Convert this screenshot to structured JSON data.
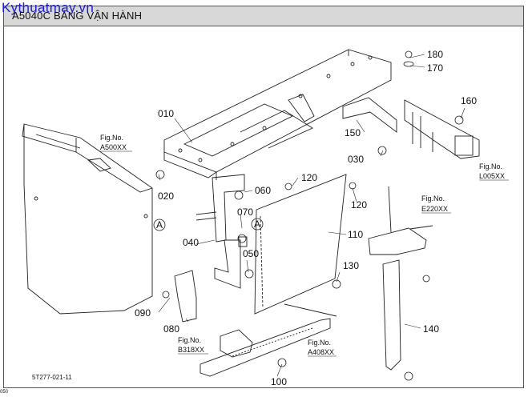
{
  "header": {
    "title": "A5040C BẢNG VẬN HÀNH"
  },
  "watermark": "Kythuatmay.vn",
  "drawing_code": "5T277-021-11",
  "corner_mark": "050",
  "parts": [
    {
      "id": "p180",
      "label": "180"
    },
    {
      "id": "p170",
      "label": "170"
    },
    {
      "id": "p160",
      "label": "160"
    },
    {
      "id": "p010",
      "label": "010"
    },
    {
      "id": "p150",
      "label": "150"
    },
    {
      "id": "p030",
      "label": "030"
    },
    {
      "id": "p020",
      "label": "020"
    },
    {
      "id": "p060",
      "label": "060"
    },
    {
      "id": "p120a",
      "label": "120"
    },
    {
      "id": "p120b",
      "label": "120"
    },
    {
      "id": "p070",
      "label": "070"
    },
    {
      "id": "p040",
      "label": "040"
    },
    {
      "id": "p050",
      "label": "050"
    },
    {
      "id": "p110",
      "label": "110"
    },
    {
      "id": "p130",
      "label": "130"
    },
    {
      "id": "p090",
      "label": "090"
    },
    {
      "id": "p080",
      "label": "080"
    },
    {
      "id": "p140",
      "label": "140"
    },
    {
      "id": "p100",
      "label": "100"
    }
  ],
  "figrefs": [
    {
      "id": "f_a500",
      "prefix": "Fig.No.",
      "code": "A500XX"
    },
    {
      "id": "f_l005",
      "prefix": "Fig.No.",
      "code": "L005XX"
    },
    {
      "id": "f_e220",
      "prefix": "Fig.No.",
      "code": "E220XX"
    },
    {
      "id": "f_b318",
      "prefix": "Fig.No.",
      "code": "B318XX"
    },
    {
      "id": "f_a408",
      "prefix": "Fig.No.",
      "code": "A408XX"
    }
  ],
  "markers": [
    {
      "id": "m1",
      "label": "A"
    },
    {
      "id": "m2",
      "label": "A"
    }
  ]
}
